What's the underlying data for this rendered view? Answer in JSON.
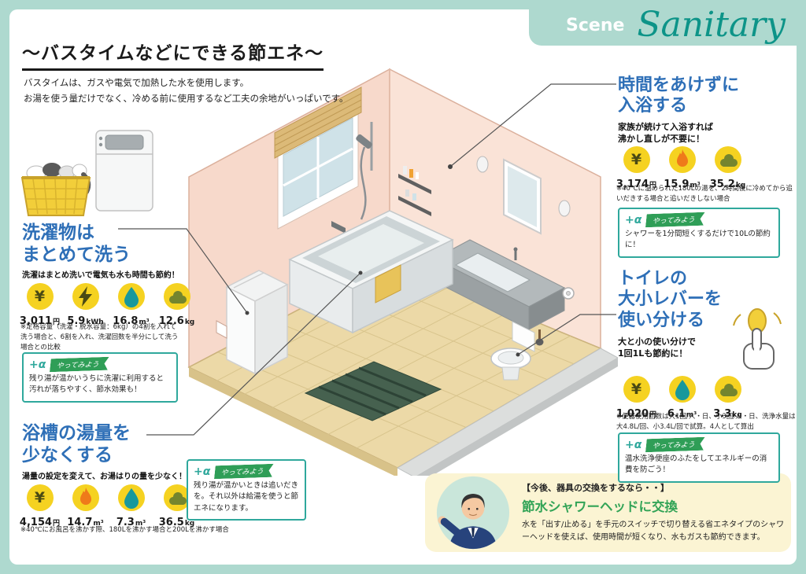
{
  "header": {
    "scene_label": "Scene",
    "scene_name": "Sanitary",
    "title": "～バスタイムなどにできる節エネ～",
    "intro_line1": "バスタイムは、ガスや電気で加熱した水を使用します。",
    "intro_line2": "お湯を使う量だけでなく、冷める前に使用するなど工夫の余地がいっぱいです。"
  },
  "tip_labels": {
    "alpha": "+α",
    "try_it": "やってみよう"
  },
  "sections": {
    "laundry": {
      "title_line1": "洗濯物は",
      "title_line2": "まとめて洗う",
      "subtitle": "洗濯はまとめ洗いで電気も水も時間も節約！",
      "stats": [
        {
          "icon": "yen",
          "value": "3,011",
          "unit": "円"
        },
        {
          "icon": "bolt",
          "value": "5.9",
          "unit": "kWh"
        },
        {
          "icon": "drop",
          "value": "16.8",
          "unit": "m³"
        },
        {
          "icon": "co2",
          "value": "12.6",
          "unit": "kg"
        }
      ],
      "note": "※定格容量（洗濯・脱水容量：6kg）の4割を入れて洗う場合と、6割を入れ、洗濯回数を半分にして洗う場合との比較",
      "tip": "残り湯が温かいうちに洗濯に利用すると汚れが落ちやすく、節水効果も！"
    },
    "bath_volume": {
      "title_line1": "浴槽の湯量を",
      "title_line2": "少なくする",
      "subtitle": "湯量の設定を変えて、お湯はりの量を少なく！",
      "stats": [
        {
          "icon": "yen",
          "value": "4,154",
          "unit": "円"
        },
        {
          "icon": "flame",
          "value": "14.7",
          "unit": "m³"
        },
        {
          "icon": "drop",
          "value": "7.3",
          "unit": "m³"
        },
        {
          "icon": "co2",
          "value": "36.5",
          "unit": "kg"
        }
      ],
      "note": "※40℃にお風呂を沸かす際、180Lを沸かす場合と200Lを沸かす場合",
      "tip": "残り湯が温かいときは追いだきを。それ以外は給湯を使うと節エネになります。"
    },
    "bathing": {
      "title_line1": "時間をあけずに",
      "title_line2": "入浴する",
      "subtitle_line1": "家族が続けて入浴すれば",
      "subtitle_line2": "沸かし直しが不要に！",
      "stats": [
        {
          "icon": "yen",
          "value": "3,174",
          "unit": "円"
        },
        {
          "icon": "flame",
          "value": "15.9",
          "unit": "m³"
        },
        {
          "icon": "co2",
          "value": "35.2",
          "unit": "kg"
        }
      ],
      "note": "※40℃に温められた180Lの湯を、2時間後に冷めてから追いだきする場合と追いだきしない場合",
      "tip": "シャワーを1分間短くするだけで10Lの節約に！"
    },
    "toilet": {
      "title_line1": "トイレの",
      "title_line2": "大小レバーを",
      "title_line3": "使い分ける",
      "subtitle_line1": "大と小の使い分けで",
      "subtitle_line2": "1回1Lも節約に！",
      "stats": [
        {
          "icon": "yen",
          "value": "1,020",
          "unit": "円"
        },
        {
          "icon": "drop",
          "value": "6.1",
          "unit": "m³"
        },
        {
          "icon": "co2",
          "value": "3.3",
          "unit": "kg"
        }
      ],
      "note": "※便器使用回数は大1回/人・日、小3回/人・日、洗浄水量は大4.8L/回、小3.4L/回で試算。4人として算出",
      "tip": "温水洗浄便座のふたをしてエネルギーの消費を防ごう！"
    }
  },
  "recommendation": {
    "heading": "【今後、器具の交換をするなら・・】",
    "product": "節水シャワーヘッドに交換",
    "body": "水を「出す/止める」を手元のスイッチで切り替える省エネタイプのシャワーヘッドを使えば、使用時間が短くなり、水もガスも節約できます。"
  },
  "colors": {
    "background_mint": "#aed9cf",
    "heading_blue": "#2e6fb7",
    "scene_teal": "#0d9488",
    "tip_border_teal": "#2fa89c",
    "flag_green": "#2f9e57",
    "product_green": "#33a457",
    "stat_circle_yellow": "#f5d221",
    "recommend_bg": "#fbf4d3"
  }
}
